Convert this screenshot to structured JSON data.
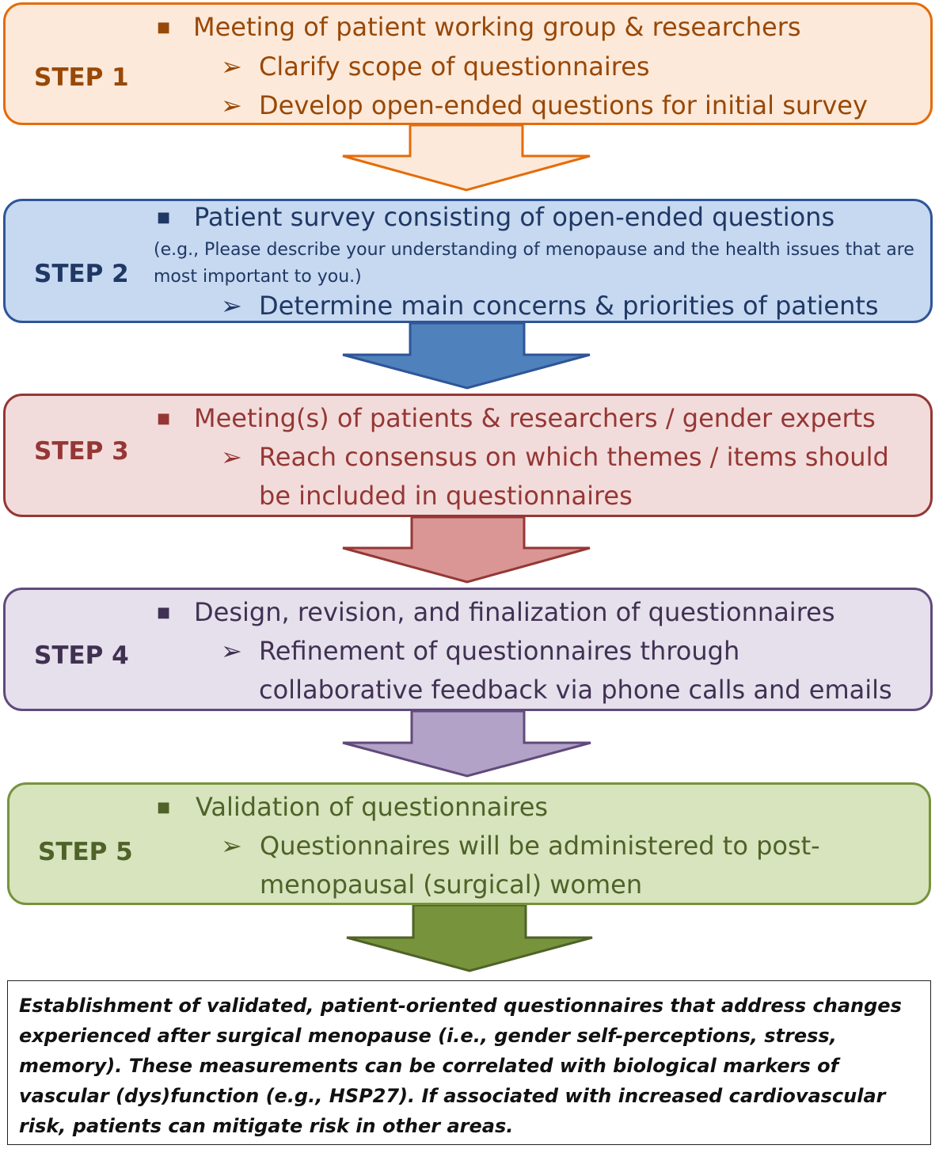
{
  "colors": {
    "step1": {
      "fill": "#fde9d9",
      "border": "#e46c0a",
      "text": "#984807"
    },
    "step2": {
      "fill": "#c6d9f1",
      "border": "#2f5597",
      "text": "#1f3864"
    },
    "step3": {
      "fill": "#f2dcdb",
      "border": "#953735",
      "text": "#953735"
    },
    "step4": {
      "fill": "#e5e0ec",
      "border": "#604a7b",
      "text": "#403152"
    },
    "step5": {
      "fill": "#d7e4bd",
      "border": "#77933c",
      "text": "#4f6228"
    }
  },
  "steps": [
    {
      "label": "STEP 1",
      "bullet": "Meeting of patient working group & researchers",
      "subs": [
        "Clarify scope of questionnaires",
        "Develop open-ended questions for initial survey"
      ]
    },
    {
      "label": "STEP 2",
      "bullet": "Patient survey consisting of open-ended questions",
      "note_line1": "(e.g., Please describe your understanding of menopause and the health issues that are",
      "note_line2": "most important to you.)",
      "subs": [
        "Determine main concerns & priorities of patients"
      ]
    },
    {
      "label": "STEP 3",
      "bullet": "Meeting(s) of patients & researchers  / gender experts",
      "sub_line1": "Reach consensus on which themes / items should",
      "sub_line2": "be included in questionnaires"
    },
    {
      "label": "STEP 4",
      "bullet": "Design, revision, and finalization of questionnaires",
      "sub_line1": "Refinement of questionnaires through",
      "sub_line2": "collaborative feedback via phone calls and emails"
    },
    {
      "label": "STEP 5",
      "bullet": "Validation of questionnaires",
      "sub_line1": "Questionnaires will be administered to post-",
      "sub_line2": "menopausal (surgical) women"
    }
  ],
  "outcome": "Establishment of validated, patient-oriented questionnaires that address changes experienced after surgical menopause (i.e., gender self-perceptions, stress, memory). These measurements can be correlated with biological markers of vascular (dys)function (e.g., HSP27). If associated with increased cardiovascular risk, patients can mitigate risk in other areas."
}
